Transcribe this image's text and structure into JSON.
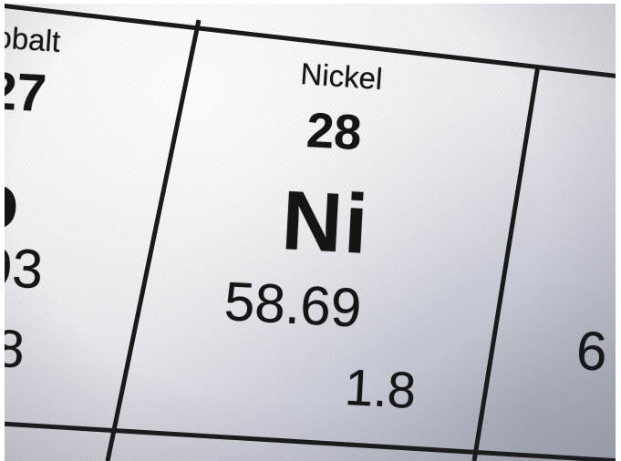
{
  "nickel": {
    "name": "Nickel",
    "atomic_number": "28",
    "symbol": "Ni",
    "atomic_mass": "58.69",
    "electronegativity": "1.8"
  },
  "cobalt_partial": {
    "name": "obalt",
    "atomic_number": "27",
    "symbol": "o",
    "atomic_mass": "93",
    "electronegativity": ".8"
  },
  "right_partial": {
    "fragment": "6"
  },
  "colors": {
    "ink": "#151515",
    "paper": "#e6e7ec",
    "grid_line": "#1a1a1a"
  }
}
